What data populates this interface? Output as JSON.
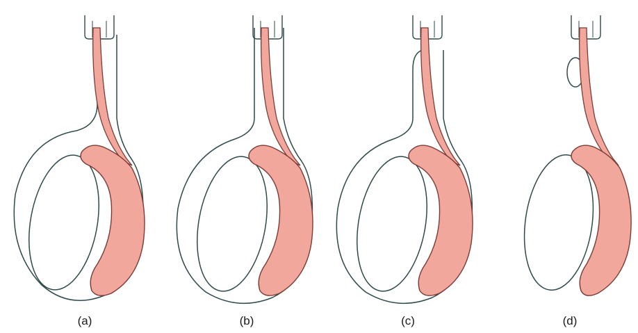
{
  "figure": {
    "panels": [
      {
        "label": "(a)"
      },
      {
        "label": "(b)"
      },
      {
        "label": "(c)"
      },
      {
        "label": "(d)"
      }
    ]
  },
  "colors": {
    "outline": "#2d4a4a",
    "fill_pink": "#f2a79c",
    "pink_stroke": "#7a3b36",
    "background": "#ffffff"
  }
}
